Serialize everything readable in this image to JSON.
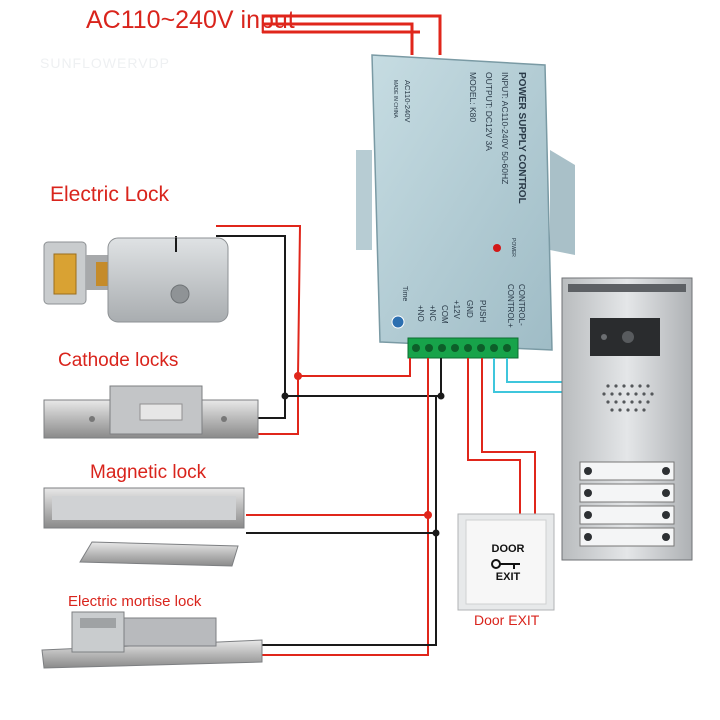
{
  "title": "AC110~240V input",
  "watermark": "SUNFLOWERVDP",
  "labels": {
    "electric_lock": "Electric Lock",
    "cathode_locks": "Cathode locks",
    "magnetic_lock": "Magnetic lock",
    "electric_mortise_lock": "Electric mortise lock",
    "door_exit": "Door EXIT"
  },
  "power_supply": {
    "heading": "POWER SUPPLY CONTROL",
    "input": "INPUT: AC110-240V 50-60HZ",
    "output": "OUTPUT: DC12V 3A",
    "model": "MODEL: K80",
    "ac_label": "AC110-240V",
    "made_in": "MADE IN CHINA",
    "power_led": "POWER",
    "time_label": "Time",
    "terminals": [
      "+NO",
      "+NC",
      "COM",
      "+12V",
      "GND",
      "PUSH",
      "CONTROL+",
      "CONTROL-"
    ]
  },
  "exit_button": {
    "line1": "DOOR",
    "line2": "EXIT"
  },
  "colors": {
    "label_red": "#d9241c",
    "wire_red": "#e0261b",
    "wire_black": "#1a1a1a",
    "wire_cyan": "#3fc6dc"
  }
}
